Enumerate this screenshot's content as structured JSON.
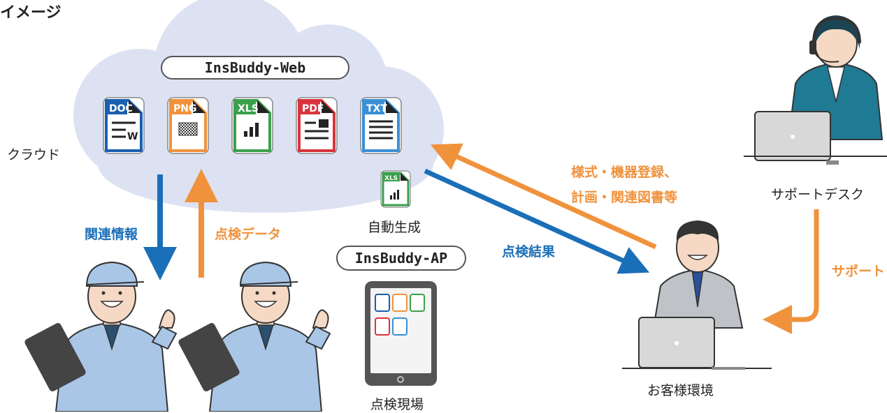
{
  "page_title": "イメージ",
  "cloud": {
    "label": "クラウド",
    "web_app": "InsBuddy-Web",
    "files": [
      {
        "type": "DOC",
        "color": "#1a5fb0",
        "glyph": "W"
      },
      {
        "type": "PNG",
        "color": "#f0923c",
        "glyph": ""
      },
      {
        "type": "XLS",
        "color": "#3aa04a",
        "glyph": ""
      },
      {
        "type": "PDF",
        "color": "#d9343d",
        "glyph": ""
      },
      {
        "type": "TXT",
        "color": "#3a8fd6",
        "glyph": ""
      }
    ],
    "auto_file": "XLS",
    "auto_label": "自動生成"
  },
  "site": {
    "app": "InsBuddy-AP",
    "label": "点検現場",
    "related_info": "関連情報",
    "inspection_data": "点検データ"
  },
  "flows": {
    "inspection_result": "点検結果",
    "registration_line1": "様式・機器登録、",
    "registration_line2": "計画・関連図書等",
    "support": "サポート"
  },
  "customer": {
    "label": "お客様環境"
  },
  "support_desk": {
    "label": "サポートデスク"
  },
  "colors": {
    "blue": "#1a6fb8",
    "orange": "#f0923c",
    "cloud": "#dde2f3"
  }
}
